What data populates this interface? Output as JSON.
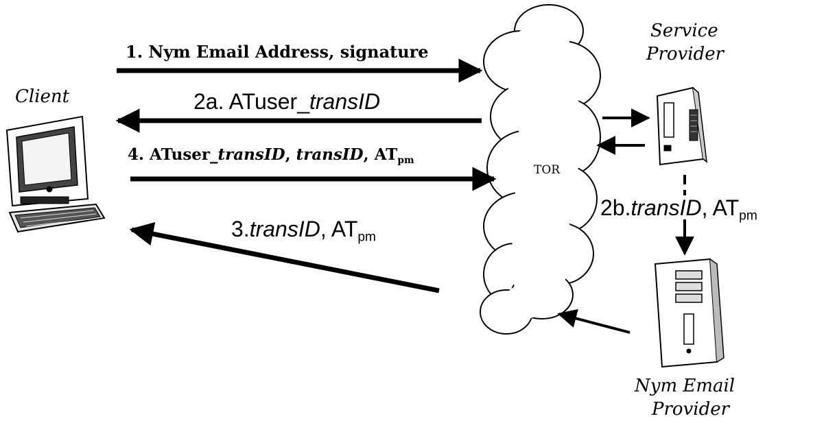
{
  "nodes": {
    "client": "Client",
    "service_provider_line1": "Service",
    "service_provider_line2": "Provider",
    "tor": "TOR",
    "nym_email_line1": "Nym Email",
    "nym_email_line2": "Provider"
  },
  "messages": {
    "m1": "1. Nym Email Address, signature",
    "m2a_prefix": "2a. ATuser_",
    "m2a_ital": "transID",
    "m4_a": "4. ATuser_",
    "m4_b": "transID",
    "m4_c": ", ",
    "m4_d": "transID",
    "m4_e": ", AT",
    "m4_sub": "pm",
    "m3_prefix": "3.",
    "m3_ital": "transID",
    "m3_mid": ", AT",
    "m3_sub": "pm",
    "m2b_prefix": "2b.",
    "m2b_ital": "transID",
    "m2b_mid": ", AT",
    "m2b_sub": "pm"
  },
  "colors": {
    "ink": "#000000",
    "background": "#ffffff"
  }
}
